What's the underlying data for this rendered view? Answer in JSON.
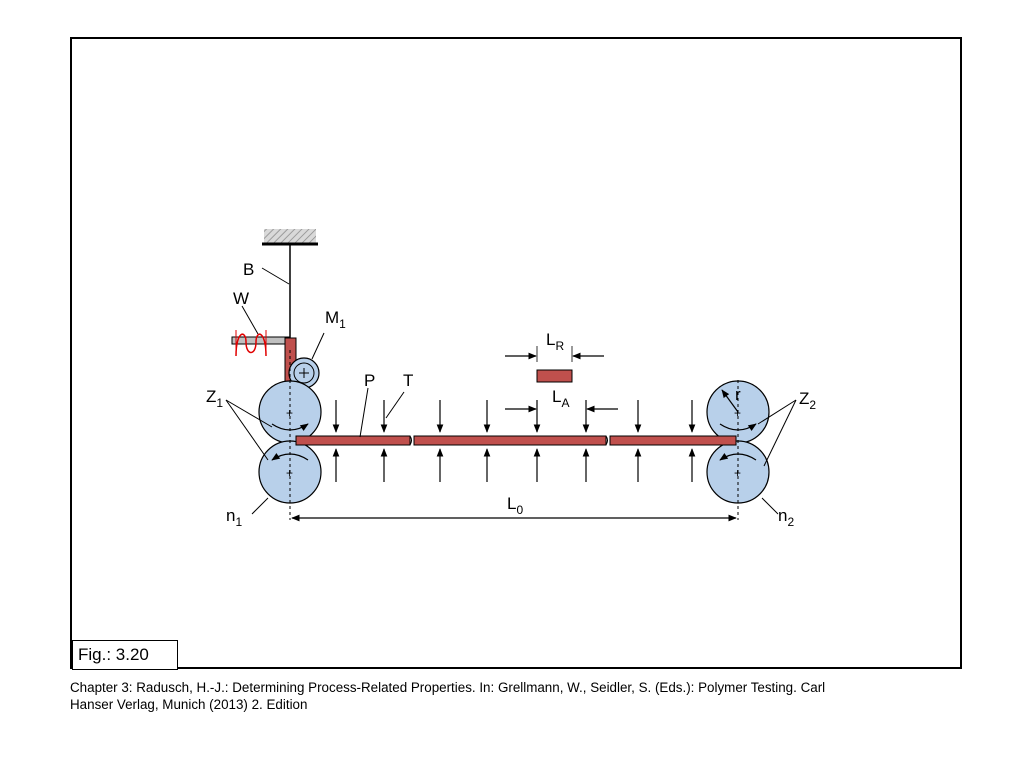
{
  "figure_label": "Fig.: 3.20",
  "caption_line1": "Chapter 3: Radusch, H.-J.: Determining Process-Related Properties. In: Grellmann, W., Seidler, S. (Eds.): Polymer Testing. Carl",
  "caption_line2": "Hanser Verlag, Munich (2013) 2. Edition",
  "labels": {
    "B": "B",
    "W": "W",
    "M": "M",
    "M_sub": "1",
    "Z1": "Z",
    "Z1_sub": "1",
    "Z2": "Z",
    "Z2_sub": "2",
    "P": "P",
    "T": "T",
    "LR": "L",
    "LR_sub": "R",
    "LA": "L",
    "LA_sub": "A",
    "L0": "L",
    "L0_sub": "0",
    "n1": "n",
    "n1_sub": "1",
    "n2": "n",
    "n2_sub": "2",
    "r": "r"
  },
  "colors": {
    "roller_fill": "#b8d0ea",
    "strip_fill": "#c0504d",
    "spring": "#e00000"
  }
}
